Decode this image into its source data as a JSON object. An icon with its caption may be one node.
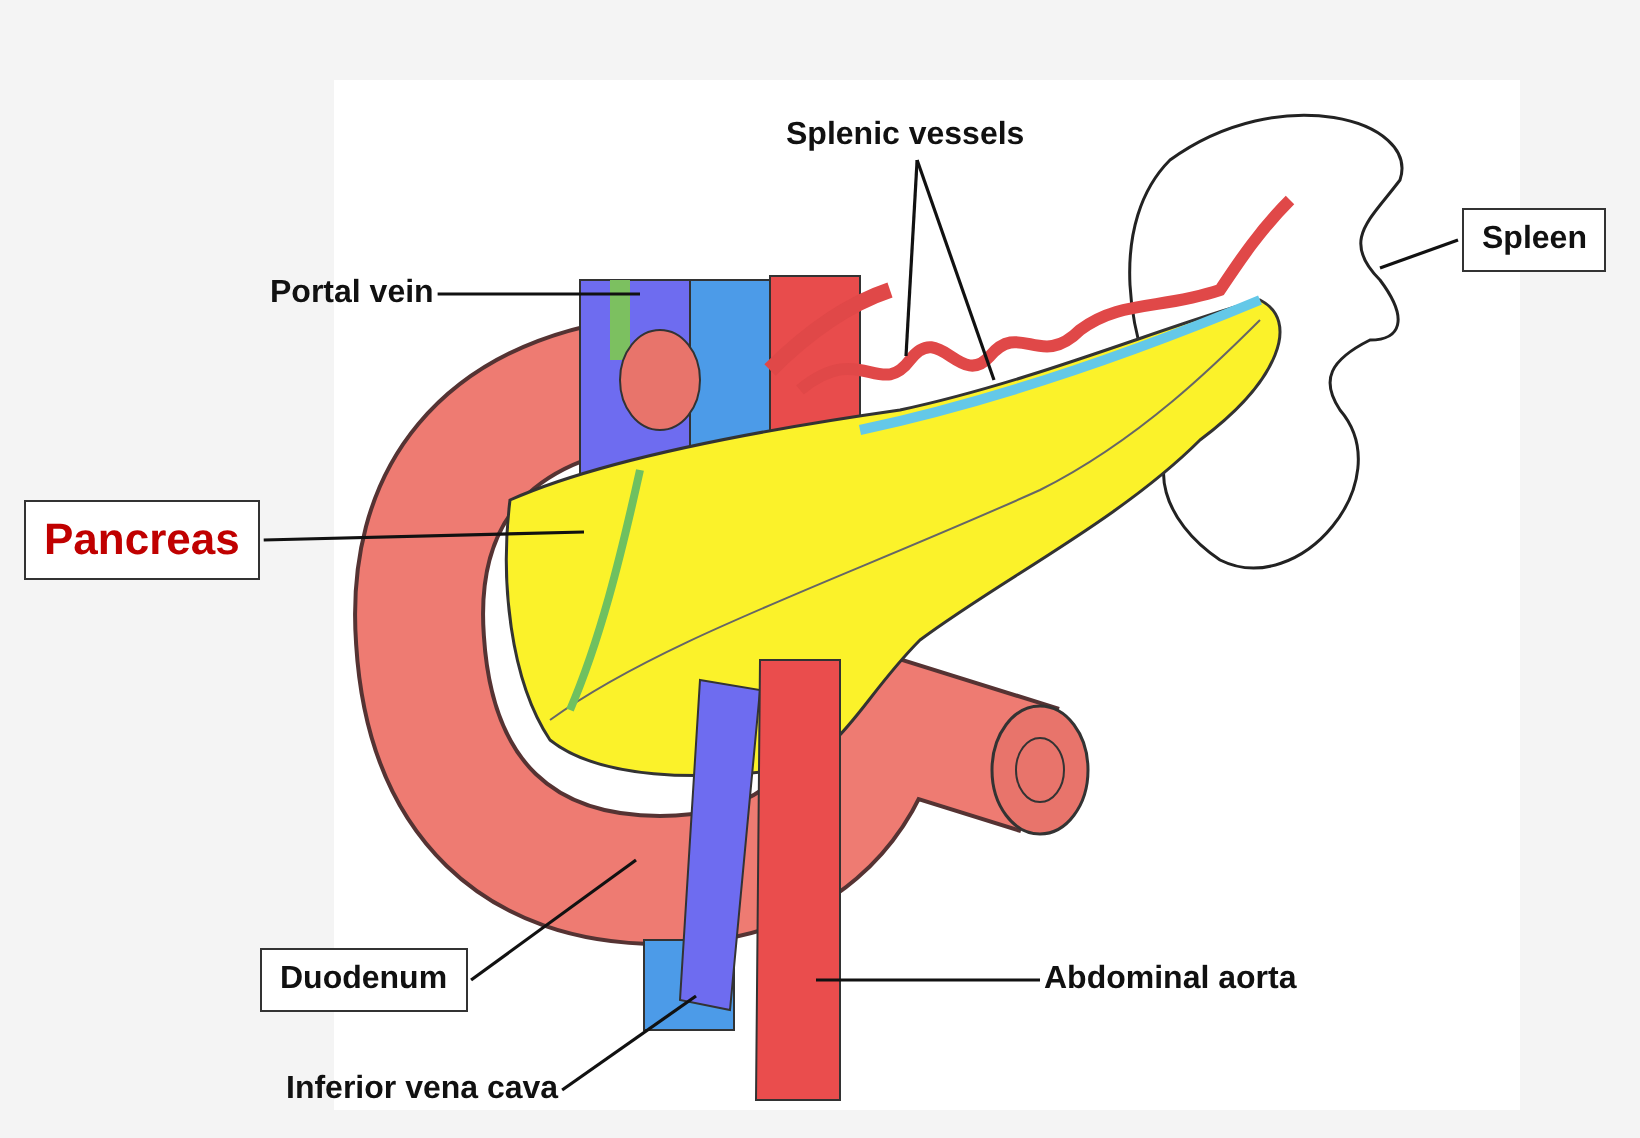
{
  "diagram": {
    "nodes": [
      {
        "text": [
          "Splenic vessels"
        ]
      },
      {
        "text": [
          "Portal vein"
        ]
      },
      {
        "text": [
          "Spleen"
        ]
      },
      {
        "text": [
          "Pancreas"
        ]
      },
      {
        "text": [
          "Duodenum"
        ]
      },
      {
        "text": [
          "Inferior vena cava"
        ]
      },
      {
        "text": [
          "Abdominal aorta"
        ]
      }
    ],
    "edges": [
      {
        "from": 0,
        "to": null,
        "arrow": "none"
      },
      {
        "from": 0,
        "to": null,
        "arrow": "none"
      },
      {
        "from": 1,
        "to": null,
        "arrow": "none"
      },
      {
        "from": 2,
        "to": null,
        "arrow": "none"
      },
      {
        "from": 3,
        "to": null,
        "arrow": "none"
      },
      {
        "from": 4,
        "to": null,
        "arrow": "none"
      },
      {
        "from": 5,
        "to": null,
        "arrow": "none"
      },
      {
        "from": 6,
        "to": null,
        "arrow": "none"
      }
    ]
  }
}
